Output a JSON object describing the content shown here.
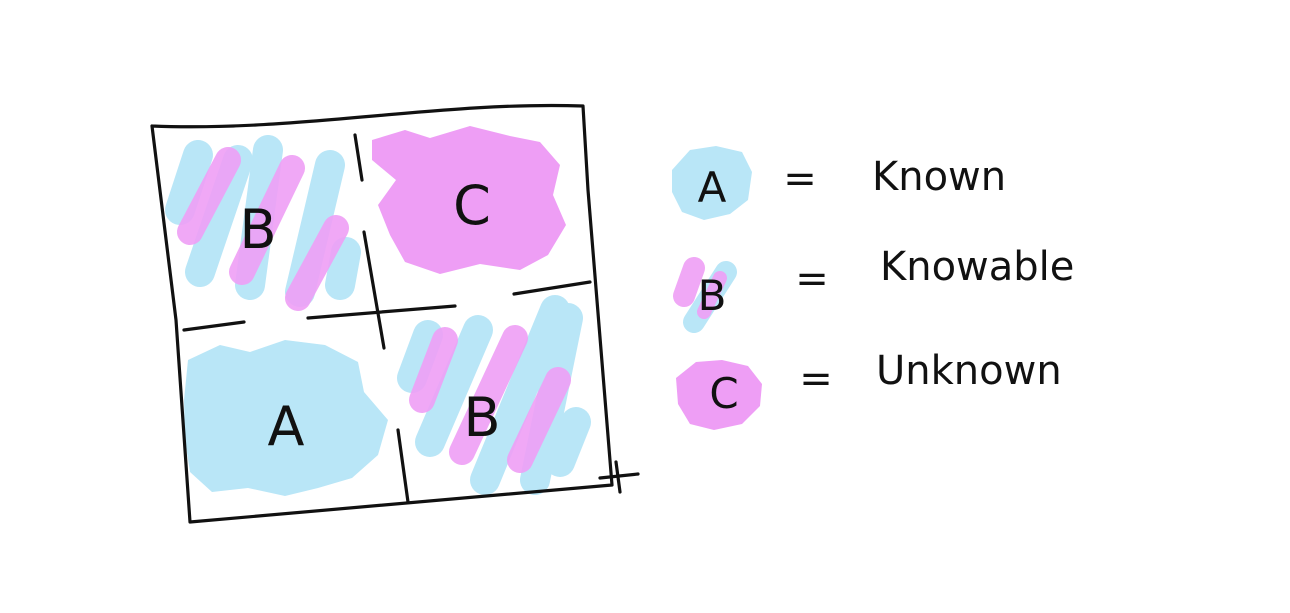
{
  "colors": {
    "background": "#ffffff",
    "known": "#b9e6f7",
    "unknown": "#ee9ef5",
    "ink": "#111111"
  },
  "quadrants": {
    "top_left": "B",
    "top_right": "C",
    "bottom_left": "A",
    "bottom_right": "B"
  },
  "legend": [
    {
      "key": "A",
      "equals": "=",
      "label": "Known"
    },
    {
      "key": "B",
      "equals": "=",
      "label": "Knowable"
    },
    {
      "key": "C",
      "equals": "=",
      "label": "Unknown"
    }
  ]
}
